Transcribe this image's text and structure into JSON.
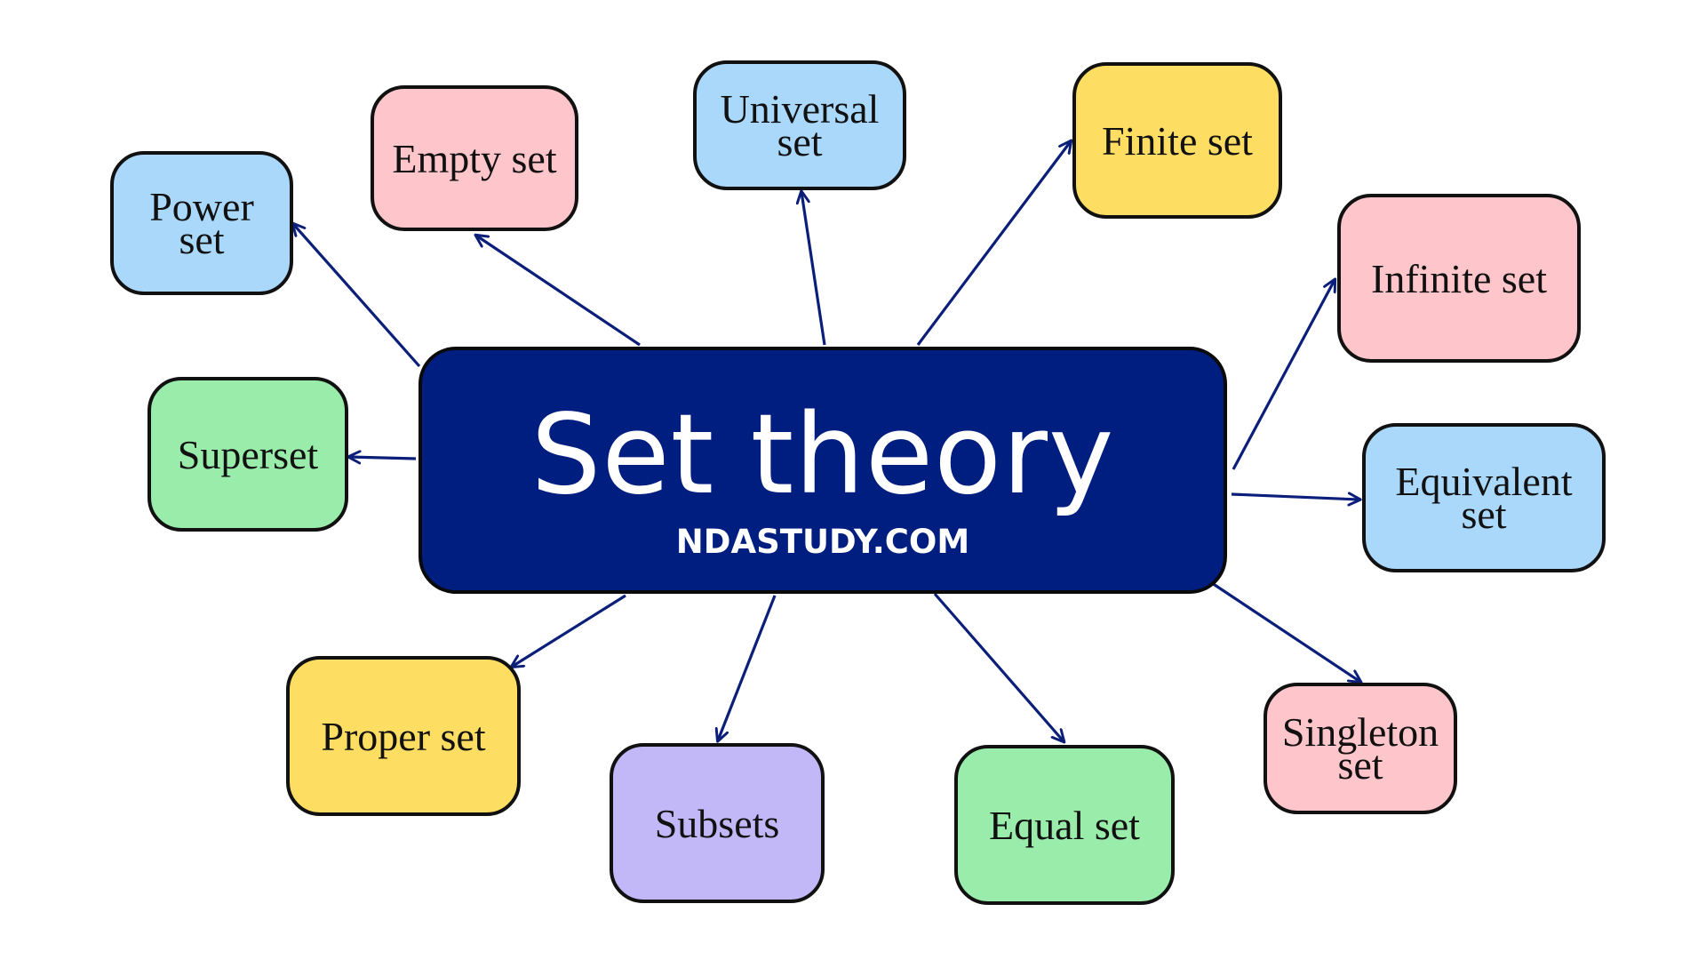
{
  "center": {
    "title": "Set theory",
    "subtitle": "NDASTUDY.COM",
    "color": "#001d80"
  },
  "arrow_color": "#0b1f7a",
  "nodes": [
    {
      "id": "power-set",
      "label": "Power set",
      "lines": [
        "Power",
        "set"
      ],
      "color": "#a9d8fb"
    },
    {
      "id": "empty-set",
      "label": "Empty set",
      "lines": [
        "Empty set"
      ],
      "color": "#fec5ca"
    },
    {
      "id": "universal-set",
      "label": "Universal set",
      "lines": [
        "Universal",
        "set"
      ],
      "color": "#a9d8fb"
    },
    {
      "id": "finite-set",
      "label": "Finite set",
      "lines": [
        "Finite set"
      ],
      "color": "#fede62"
    },
    {
      "id": "infinite-set",
      "label": "Infinite set",
      "lines": [
        "Infinite set"
      ],
      "color": "#fec5ca"
    },
    {
      "id": "equivalent-set",
      "label": "Equivalent set",
      "lines": [
        "Equivalent",
        "set"
      ],
      "color": "#a9d8fb"
    },
    {
      "id": "singleton-set",
      "label": "Singleton set",
      "lines": [
        "Singleton",
        "set"
      ],
      "color": "#fec5ca"
    },
    {
      "id": "equal-set",
      "label": "Equal set",
      "lines": [
        "Equal set"
      ],
      "color": "#99ecaa"
    },
    {
      "id": "subsets",
      "label": "Subsets",
      "lines": [
        "Subsets"
      ],
      "color": "#c2b8f8"
    },
    {
      "id": "proper-set",
      "label": "Proper set",
      "lines": [
        "Proper set"
      ],
      "color": "#fede62"
    },
    {
      "id": "superset",
      "label": "Superset",
      "lines": [
        "Superset"
      ],
      "color": "#99ecaa"
    }
  ]
}
